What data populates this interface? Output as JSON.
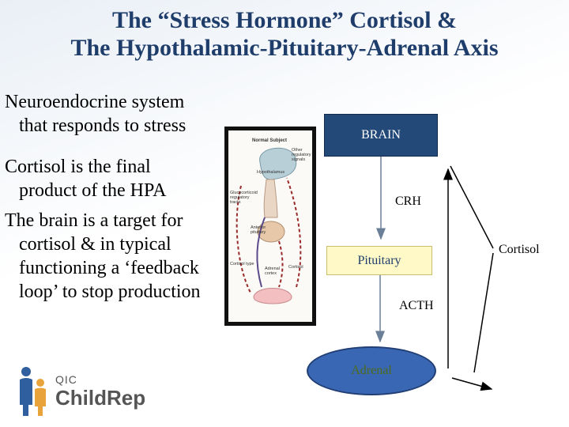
{
  "title": {
    "line1": "The “Stress Hormone” Cortisol &",
    "line2": "The Hypothalamic-Pituitary-Adrenal Axis"
  },
  "bullets": [
    "Neuroendocrine system that responds to stress",
    "Cortisol is the final product of the HPA",
    "The brain is a target for cortisol & in typical functioning a ‘feedback loop’ to stop production"
  ],
  "figure": {
    "heading": "Normal Subject",
    "labels": {
      "other": "Other regulatory signals",
      "hypothalamus": "Hypothalamus",
      "glucocorticoid": "Glucocorticoid regulatory tracts",
      "anterior_pituitary": "Anterior pituitary",
      "cortisol_type": "Cortisol type",
      "adrenal_cortex": "Adrenal cortex",
      "cortisol": "Cortisol"
    }
  },
  "diagram": {
    "brain": "BRAIN",
    "crh": "CRH",
    "pituitary": "Pituitary",
    "acth": "ACTH",
    "adrenal": "Adrenal",
    "cortisol": "Cortisol"
  },
  "logo": {
    "line1": "QIC",
    "line2": "ChildRep"
  }
}
